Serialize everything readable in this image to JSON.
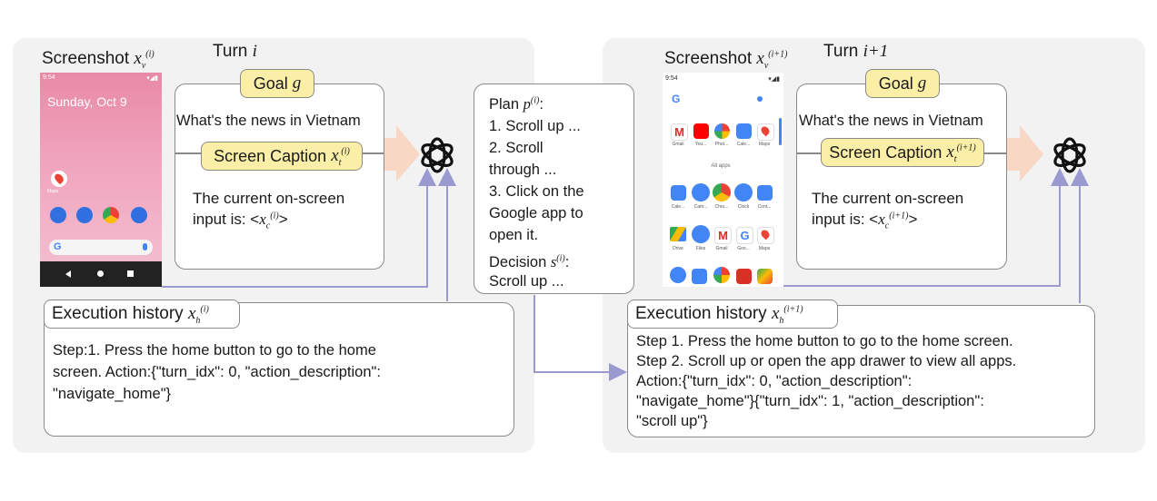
{
  "left": {
    "screenshot_label": "Screenshot",
    "turn_label": "Turn",
    "goal_label": "Goal",
    "goal_text": "What's the news in Vietnam",
    "caption_label": "Screen Caption",
    "caption_line1": "The current on-screen",
    "caption_line2_prefix": "input is: <",
    "caption_line2_suffix": ">",
    "history_label": "Execution history",
    "history_lines": [
      "Step:1. Press the home button  to go to the home",
      "screen. Action:{\"turn_idx\": 0, \"action_description\":",
      "\"navigate_home\"}"
    ],
    "phone": {
      "time": "9:54",
      "date": "Sunday, Oct 9",
      "maps_label": "Maps"
    }
  },
  "plan": {
    "plan_label": "Plan",
    "plan_lines": [
      "1. Scroll up ...",
      "2. Scroll",
      "through ...",
      "3. Click on the",
      "Google app to",
      "open it."
    ],
    "decision_label": "Decision",
    "decision_text": "Scroll up ..."
  },
  "right": {
    "screenshot_label": "Screenshot",
    "turn_label": "Turn",
    "goal_label": "Goal",
    "goal_text": "What's the news in Vietnam",
    "caption_label": "Screen Caption",
    "caption_line1": "The current on-screen",
    "caption_line2_prefix": "input is: <",
    "caption_line2_suffix": ">",
    "history_label": "Execution history",
    "history_lines": [
      "Step 1. Press the home button to go to the home screen.",
      "Step 2. Scroll up or open the app drawer to view all apps.",
      "Action:{\"turn_idx\": 0, \"action_description\":",
      "\"navigate_home\"}{\"turn_idx\": 1, \"action_description\":",
      "\"scroll up\"}"
    ],
    "phone": {
      "time": "9:54",
      "all_apps_label": "All apps",
      "row1": [
        "Gmail",
        "You...",
        "Phot...",
        "Cale...",
        "Maps"
      ],
      "row2": [
        "Cale...",
        "Cam...",
        "Chro...",
        "Clock",
        "Cont..."
      ],
      "row3": [
        "Drive",
        "Files",
        "Gmail",
        "Goo...",
        "Maps"
      ]
    }
  },
  "colors": {
    "arrow": "#9a9ad0",
    "tag_fill": "#fbeea6",
    "panel": "#f2f2f2",
    "big_arrow": "#f8d8c4"
  }
}
